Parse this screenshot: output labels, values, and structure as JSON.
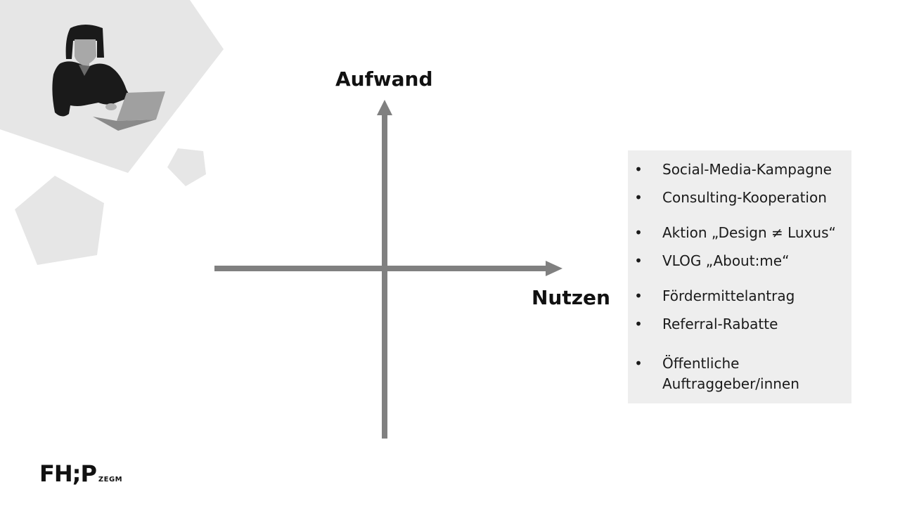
{
  "diagram": {
    "y_axis_label": "Aufwand",
    "x_axis_label": "Nutzen"
  },
  "list": {
    "items": [
      {
        "text": "Social-Media-Kampagne"
      },
      {
        "text": "Consulting-Kooperation"
      },
      {
        "text": "Aktion „Design ≠ Luxus“"
      },
      {
        "text": "VLOG „About:me“"
      },
      {
        "text": "Fördermittelantrag"
      },
      {
        "text": "Referral-Rabatte"
      },
      {
        "text": "Öffentliche Auftraggeber/innen"
      }
    ],
    "bullet": "•"
  },
  "logo": {
    "main": "FH;P",
    "sub": "ZEGM"
  },
  "colors": {
    "axis": "#808080",
    "panel": "#eeeeee",
    "shape_light": "#e6e6e6"
  },
  "icons": {
    "person": "person-at-laptop-icon"
  }
}
